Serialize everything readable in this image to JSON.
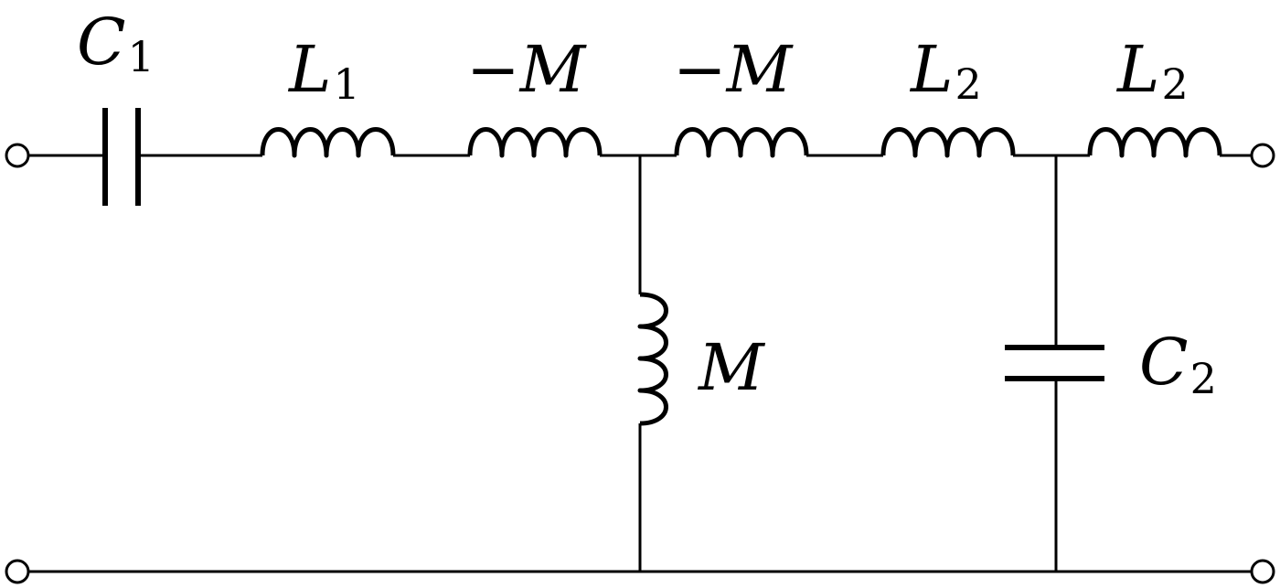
{
  "labels": {
    "c1": {
      "main": "C",
      "sub": "1"
    },
    "l1": {
      "main": "L",
      "sub": "1"
    },
    "m_neg_1": {
      "main": "−M"
    },
    "m_neg_2": {
      "main": "−M"
    },
    "l2_a": {
      "main": "L",
      "sub": "2"
    },
    "l2_b": {
      "main": "L",
      "sub": "2"
    },
    "m_shunt": {
      "main": "M"
    },
    "c2": {
      "main": "C",
      "sub": "2"
    }
  }
}
